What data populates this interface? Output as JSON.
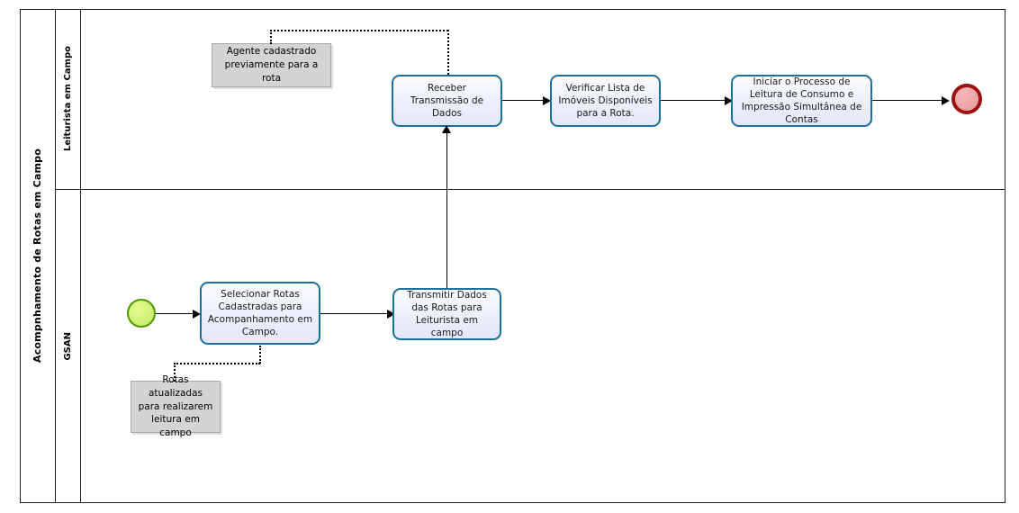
{
  "diagram": {
    "type": "bpmn",
    "pool": {
      "label": "Acompnhamento de Rotas em Campo"
    },
    "lanes": [
      {
        "id": "lane-leiturista",
        "label": "Leiturista em Campo"
      },
      {
        "id": "lane-gsan",
        "label": "GSAN"
      }
    ],
    "events": [
      {
        "id": "start-event",
        "kind": "start",
        "lane": "lane-gsan",
        "color": "#cdee6d",
        "border": "#4e9a06"
      },
      {
        "id": "end-event",
        "kind": "end",
        "lane": "lane-leiturista",
        "color": "#eaa2a2",
        "border": "#9c1111"
      }
    ],
    "tasks": [
      {
        "id": "task-receber",
        "lane": "lane-leiturista",
        "label": "Receber Transmissão de Dados"
      },
      {
        "id": "task-verificar",
        "lane": "lane-leiturista",
        "label": "Verificar Lista de Imóveis Disponíveis para a Rota."
      },
      {
        "id": "task-iniciar",
        "lane": "lane-leiturista",
        "label": "Iniciar o Processo de Leitura de Consumo e Impressão Simultânea de Contas"
      },
      {
        "id": "task-selecionar",
        "lane": "lane-gsan",
        "label": "Selecionar Rotas Cadastradas para Acompanhamento em Campo."
      },
      {
        "id": "task-transmitir",
        "lane": "lane-gsan",
        "label": "Transmitir Dados das Rotas para Leiturista em campo"
      }
    ],
    "annotations": [
      {
        "id": "note-agente",
        "lane": "lane-leiturista",
        "label": "Agente cadastrado previamente para a rota"
      },
      {
        "id": "note-rotas",
        "lane": "lane-gsan",
        "label": "Rotas atualizadas para realizarem leitura em campo"
      }
    ],
    "flows": [
      {
        "from": "start-event",
        "to": "task-selecionar",
        "style": "sequence"
      },
      {
        "from": "task-selecionar",
        "to": "task-transmitir",
        "style": "sequence"
      },
      {
        "from": "task-transmitir",
        "to": "task-receber",
        "style": "sequence"
      },
      {
        "from": "task-receber",
        "to": "task-verificar",
        "style": "sequence"
      },
      {
        "from": "task-verificar",
        "to": "task-iniciar",
        "style": "sequence"
      },
      {
        "from": "task-iniciar",
        "to": "end-event",
        "style": "sequence"
      },
      {
        "from": "note-agente",
        "to": "task-receber",
        "style": "association"
      },
      {
        "from": "note-rotas",
        "to": "task-selecionar",
        "style": "association"
      }
    ]
  }
}
